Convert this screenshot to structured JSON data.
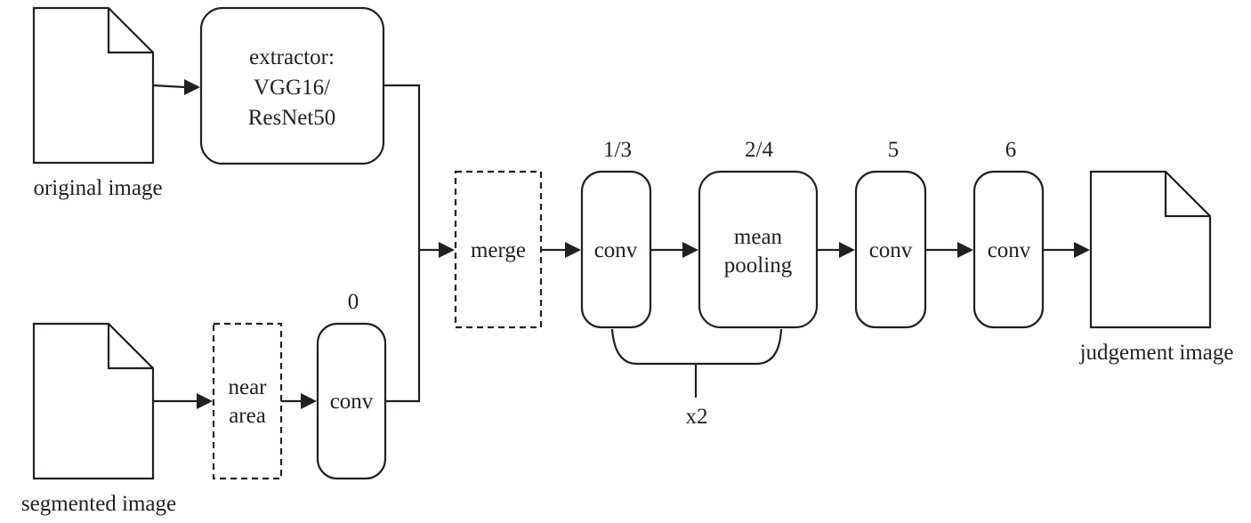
{
  "colors": {
    "stroke": "#231f20",
    "background": "#ffffff"
  },
  "inputs": {
    "original": {
      "label": "original image"
    },
    "segmented": {
      "label": "segmented image"
    }
  },
  "output": {
    "label": "judgement image"
  },
  "extractor": {
    "lines": [
      "extractor:",
      "VGG16/",
      "ResNet50"
    ]
  },
  "near_area": {
    "lines": [
      "near",
      "area"
    ]
  },
  "merge": {
    "label": "merge"
  },
  "layers": {
    "conv0": {
      "index": "0",
      "label": "conv"
    },
    "conv13": {
      "index": "1/3",
      "label": "conv"
    },
    "pool24": {
      "index": "2/4",
      "lines": [
        "mean",
        "pooling"
      ]
    },
    "conv5": {
      "index": "5",
      "label": "conv"
    },
    "conv6": {
      "index": "6",
      "label": "conv"
    }
  },
  "repeat": {
    "label": "x2"
  }
}
